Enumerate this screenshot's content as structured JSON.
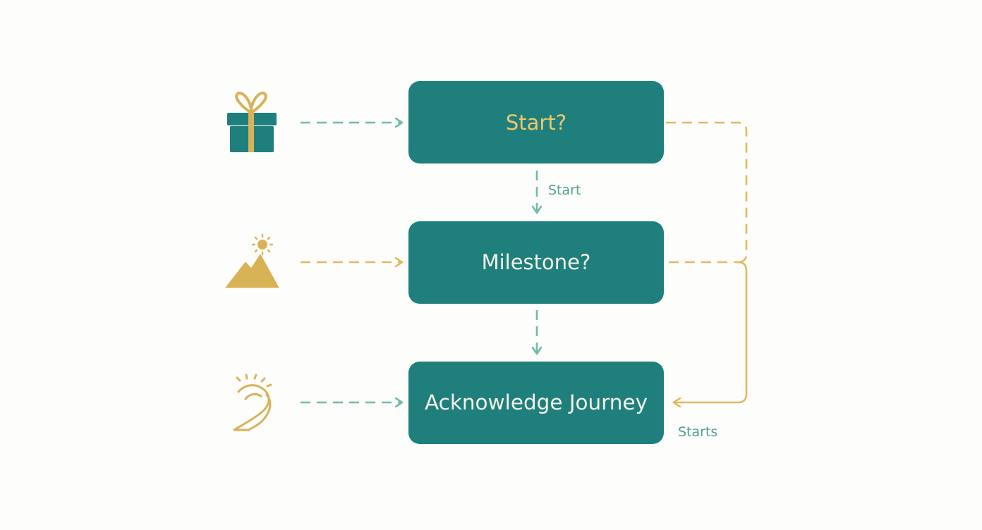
{
  "colors": {
    "node_fill": "#1f7f7d",
    "teal_accent": "#6fbcab",
    "gold_accent": "#e2b95f",
    "gold_icon": "#d9b256",
    "gold_text": "#efc868",
    "light_text": "#f4f1e6",
    "background": "#fdfdfb"
  },
  "nodes": [
    {
      "id": "start",
      "label": "Start?"
    },
    {
      "id": "milestone",
      "label": "Milestone?"
    },
    {
      "id": "acknowledge",
      "label": "Acknowledge Journey"
    }
  ],
  "icons": [
    {
      "name": "gift-icon",
      "color": "#1f7f7d",
      "accent": "#d9b256"
    },
    {
      "name": "mountain-sun-icon",
      "color": "#d9b256"
    },
    {
      "name": "winding-path-icon",
      "color": "#d9b256"
    }
  ],
  "edge_labels": {
    "start_to_milestone": "Start",
    "loop_back": "Starts"
  }
}
